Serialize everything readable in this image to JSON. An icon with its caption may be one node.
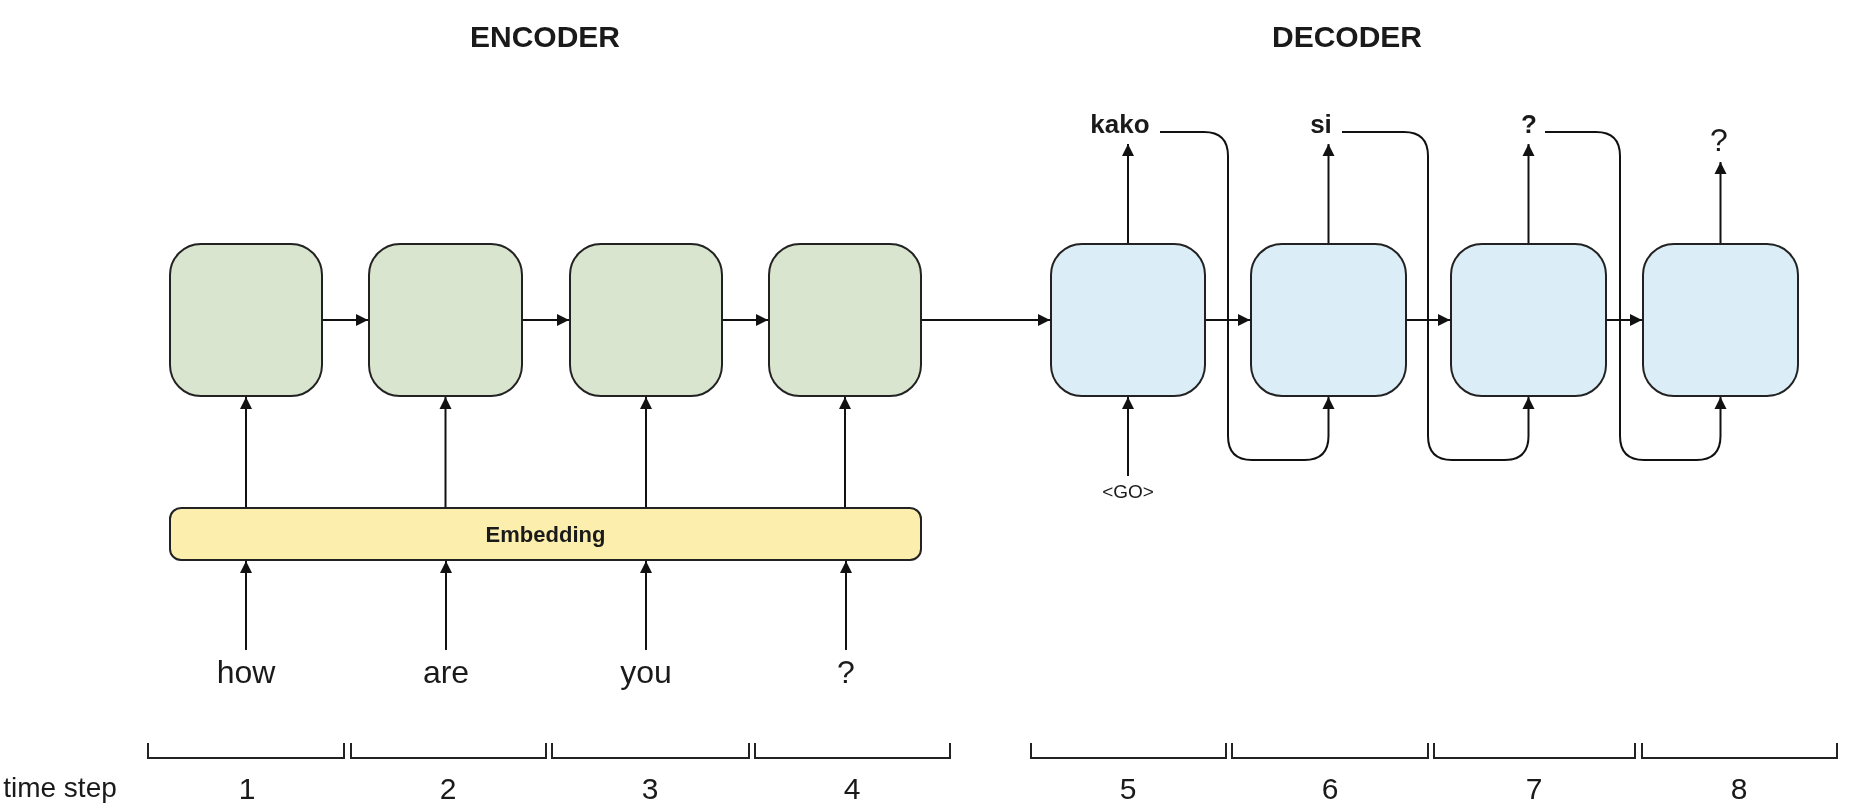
{
  "diagram": {
    "nodes": [
      {
        "text": [],
        "shape": "box"
      },
      {
        "text": [],
        "shape": "box"
      },
      {
        "text": [],
        "shape": "box"
      },
      {
        "text": [],
        "shape": "box"
      },
      {
        "text": [
          "Embedding"
        ]
      },
      {
        "text": [
          "how"
        ]
      },
      {
        "text": [
          "are"
        ]
      },
      {
        "text": [
          "you"
        ]
      },
      {
        "text": [
          "?"
        ]
      },
      {
        "text": [],
        "shape": "box"
      },
      {
        "text": [],
        "shape": "box"
      },
      {
        "text": [],
        "shape": "box"
      },
      {
        "text": [],
        "shape": "box"
      },
      {
        "text": [
          "kako"
        ]
      },
      {
        "text": [
          "si"
        ]
      },
      {
        "text": [
          "?"
        ]
      },
      {
        "text": [
          "?"
        ]
      },
      {
        "text": [
          "<GO>"
        ]
      }
    ],
    "edges": [
      {
        "from": 0,
        "to": 1,
        "arrow": "to"
      },
      {
        "from": 1,
        "to": 2,
        "arrow": "to"
      },
      {
        "from": 2,
        "to": 3,
        "arrow": "to"
      },
      {
        "from": 3,
        "to": 9,
        "arrow": "to"
      },
      {
        "from": 9,
        "to": 10,
        "arrow": "to"
      },
      {
        "from": 10,
        "to": 11,
        "arrow": "to"
      },
      {
        "from": 11,
        "to": 12,
        "arrow": "to"
      },
      {
        "from": 5,
        "to": 4,
        "arrow": "to"
      },
      {
        "from": 6,
        "to": 4,
        "arrow": "to"
      },
      {
        "from": 7,
        "to": 4,
        "arrow": "to"
      },
      {
        "from": 8,
        "to": 4,
        "arrow": "to"
      },
      {
        "from": 4,
        "to": 0,
        "arrow": "to"
      },
      {
        "from": 4,
        "to": 1,
        "arrow": "to"
      },
      {
        "from": 4,
        "to": 2,
        "arrow": "to"
      },
      {
        "from": 4,
        "to": 3,
        "arrow": "to"
      },
      {
        "from": 17,
        "to": 9,
        "arrow": "to"
      },
      {
        "from": 9,
        "to": 13,
        "arrow": "to"
      },
      {
        "from": 10,
        "to": 14,
        "arrow": "to"
      },
      {
        "from": 11,
        "to": 15,
        "arrow": "to"
      },
      {
        "from": 12,
        "to": 16,
        "arrow": "to"
      },
      {
        "from": 13,
        "to": 10,
        "arrow": "to"
      },
      {
        "from": 14,
        "to": 11,
        "arrow": "to"
      },
      {
        "from": 15,
        "to": 12,
        "arrow": "to"
      }
    ],
    "labels": [
      "ENCODER",
      "DECODER",
      "time step",
      "1",
      "2",
      "3",
      "4",
      "5",
      "6",
      "7",
      "8"
    ]
  }
}
